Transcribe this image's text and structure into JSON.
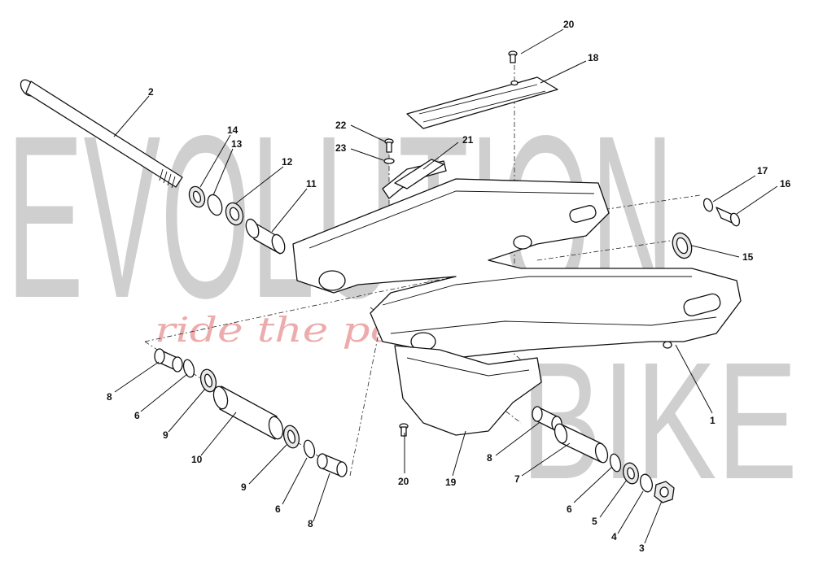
{
  "watermark": {
    "brand_line1": "EVOLUTION",
    "brand_line2": "BIKE",
    "tagline": "ride the power",
    "colors": {
      "letters": "#a8a8a8",
      "tagline": "#e06a6a"
    }
  },
  "callouts": {
    "c20_top": "20",
    "c18": "18",
    "c2": "2",
    "c14": "14",
    "c13": "13",
    "c12": "12",
    "c11": "11",
    "c22": "22",
    "c23": "23",
    "c21": "21",
    "c17": "17",
    "c16": "16",
    "c15": "15",
    "c1": "1",
    "c8_left": "8",
    "c6_left": "6",
    "c9_left": "9",
    "c10": "10",
    "c9_bottom": "9",
    "c6_bottom": "6",
    "c8_bottom": "8",
    "c20_bottom": "20",
    "c19": "19",
    "c8_right": "8",
    "c7": "7",
    "c6_right": "6",
    "c5": "5",
    "c4": "4",
    "c3": "3"
  }
}
